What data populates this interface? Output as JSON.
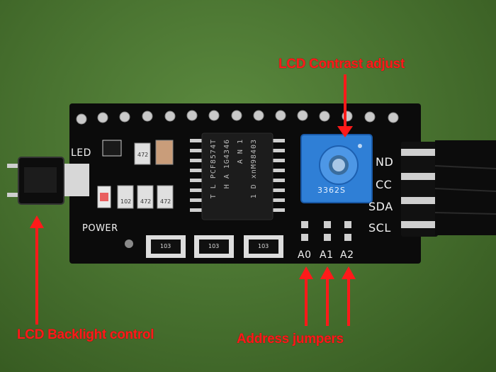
{
  "annotations": {
    "contrast": "LCD Contrast adjust",
    "backlight": "LCD Backlight control",
    "address": "Address jumpers"
  },
  "silkscreen": {
    "led": "LED",
    "power": "POWER",
    "gnd": "ND",
    "vcc": "CC",
    "sda": "SDA",
    "scl": "SCL",
    "a0": "A0",
    "a1": "A1",
    "a2": "A2"
  },
  "chip": {
    "line1": "T L PCF8574T",
    "line2": "H A 1G4346",
    "line3": "A N 1",
    "line4": "1 D xnM98403"
  },
  "potentiometer": {
    "code": "3362S"
  },
  "resistors": {
    "r1": "103",
    "r2": "103",
    "r3": "103",
    "small1": "102",
    "small2": "472",
    "small3": "472",
    "small4": "472"
  },
  "colors": {
    "annotation": "#ff1a1a",
    "pcb": "#0b0b0b",
    "background": "#4a7431",
    "pot_blue": "#2f7fd6"
  }
}
